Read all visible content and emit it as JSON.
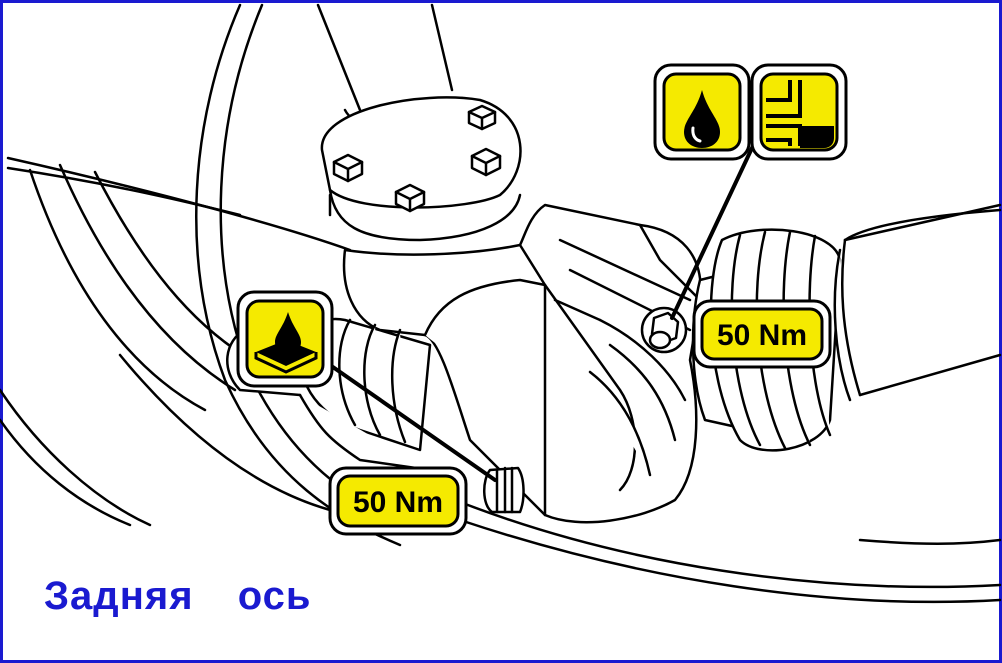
{
  "labels": {
    "torque_upper": "50 Nm",
    "torque_lower": "50 Nm",
    "caption": "Задняя  ось"
  },
  "icons": {
    "fill_level_top": "oil-drop-icon",
    "fill_level_side": "fill-level-icon",
    "drain": "oil-drain-icon"
  },
  "colors": {
    "frame": "#1a1ad0",
    "caption": "#1a1ad0",
    "icon_fill": "#f5ea00",
    "ink": "#000000",
    "background": "#ffffff"
  }
}
